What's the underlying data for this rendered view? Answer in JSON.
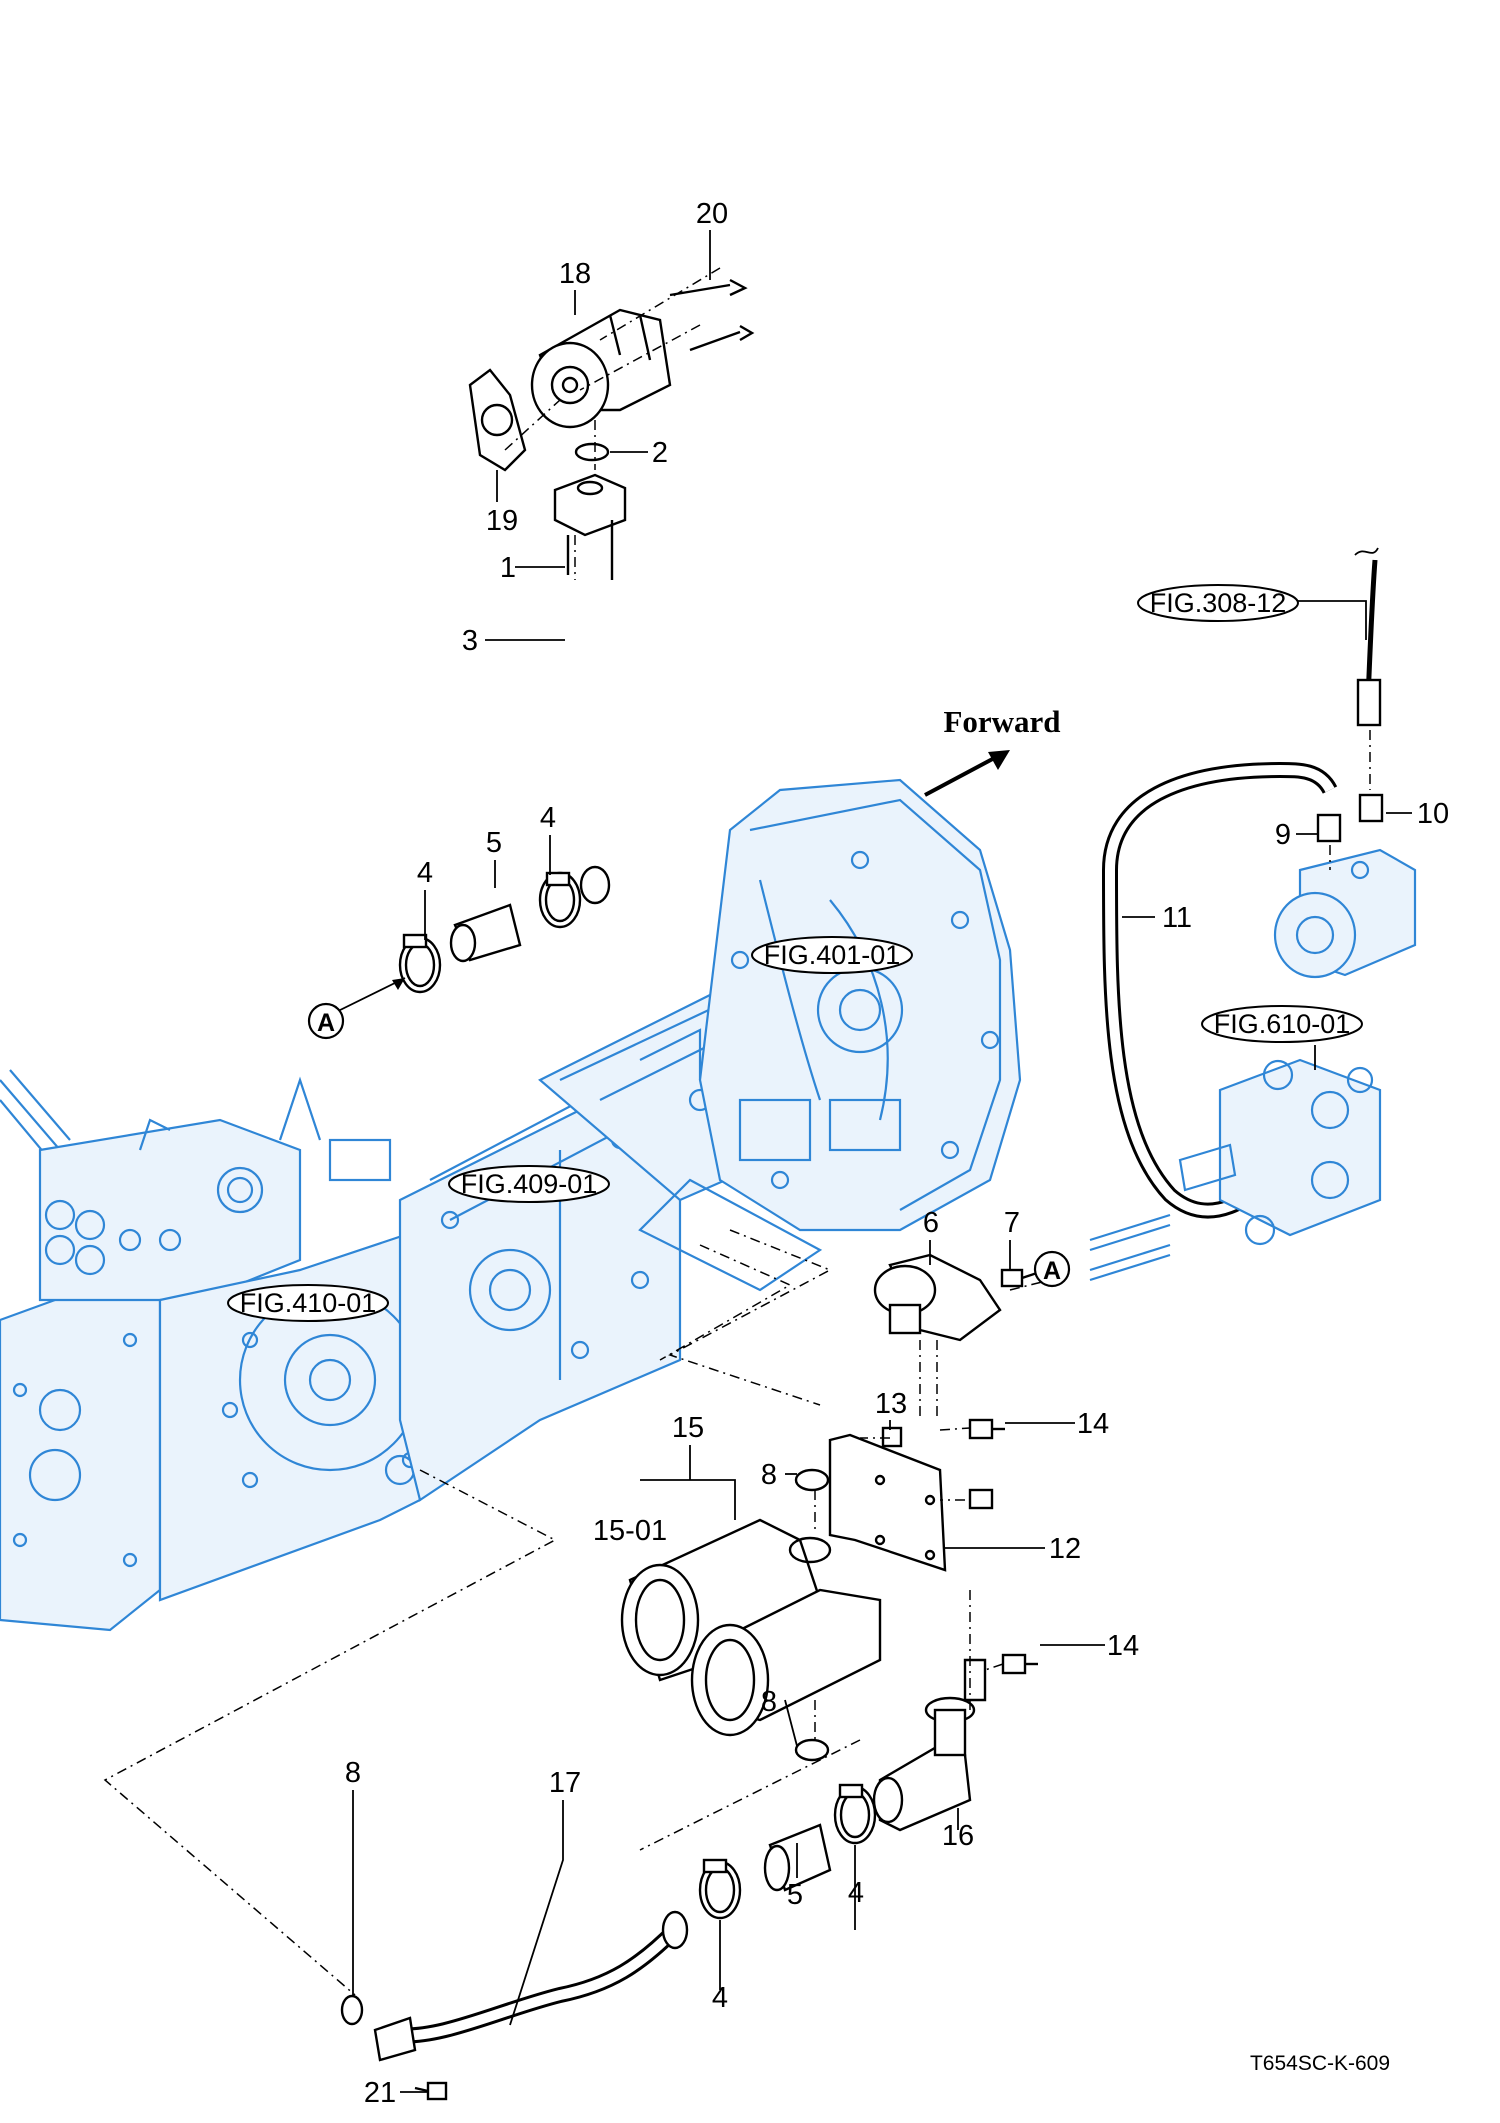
{
  "diagram": {
    "direction_label": "Forward",
    "drawing_number": "T654SC-K-609",
    "connection_marker": "A",
    "figure_refs": [
      "FIG.308-12",
      "FIG.401-01",
      "FIG.409-01",
      "FIG.410-01",
      "FIG.610-01"
    ],
    "callouts": [
      "20",
      "18",
      "2",
      "19",
      "1",
      "3",
      "4",
      "5",
      "4",
      "9",
      "10",
      "11",
      "6",
      "7",
      "13",
      "14",
      "15",
      "8",
      "15-01",
      "12",
      "14",
      "8",
      "8",
      "17",
      "16",
      "4",
      "5",
      "4",
      "21"
    ]
  },
  "colors": {
    "housing_line": "#2f86d6",
    "part_line": "#000000"
  }
}
